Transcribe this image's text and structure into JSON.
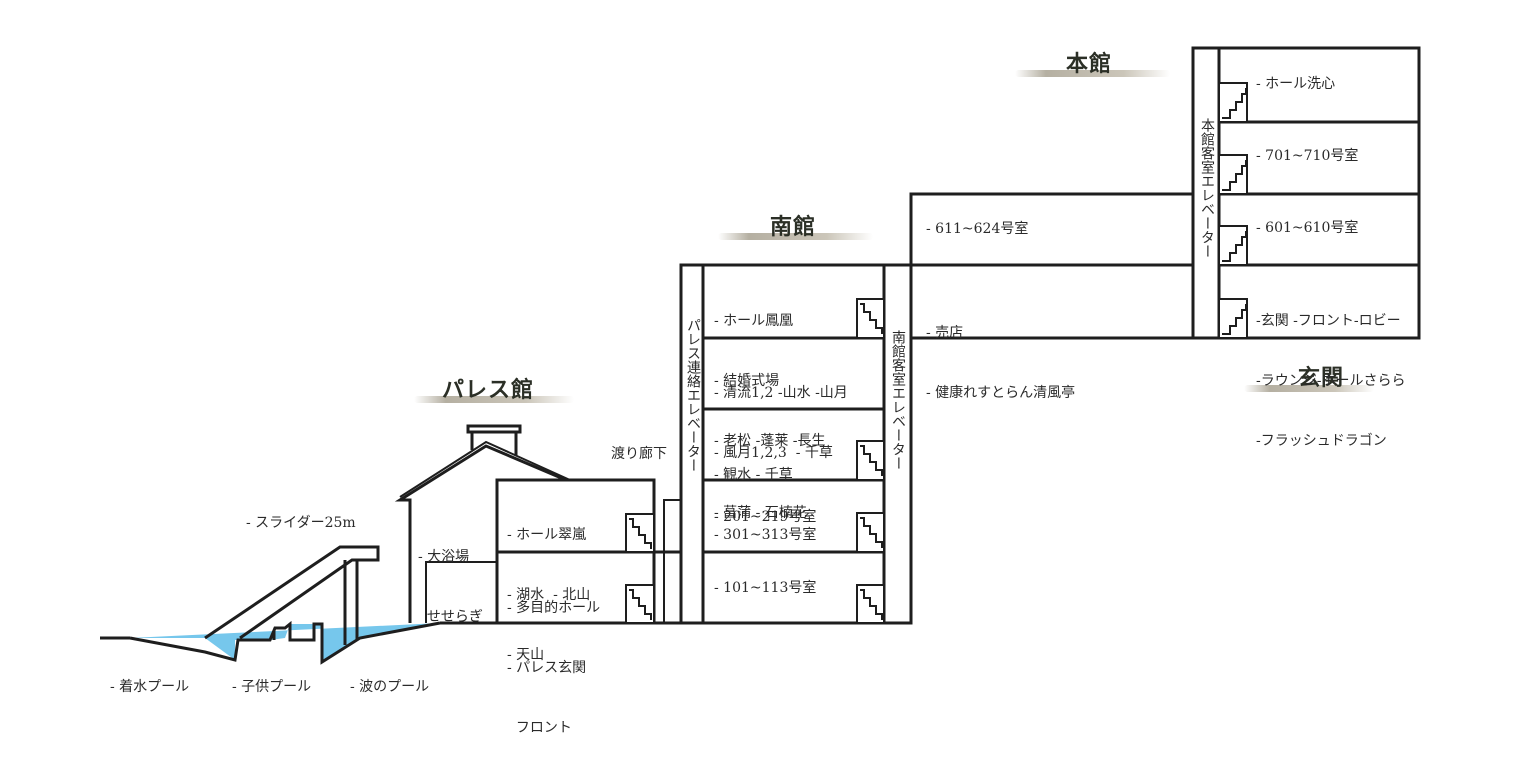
{
  "headings": {
    "honkan": "本館",
    "minamikan": "南館",
    "palace": "パレス館",
    "genkan": "玄関"
  },
  "honkan_floors": {
    "f7hall": "- ホール洗心",
    "f701": "- 701~710号室",
    "f601": "- 601~610号室",
    "f5": [
      "-玄関 -フロント-ロビー",
      "-ラウンジ-ホールさらら",
      "-フラッシュドラゴン"
    ]
  },
  "honkan_elevator": "本館客室エレベーター",
  "minami_upper": {
    "f611": "- 611~624号室",
    "shop": [
      "- 売店",
      "- 健康れすとらん清風亭"
    ]
  },
  "minami_floors": {
    "f5": [
      "- ホール鳳凰",
      "- 結婚式場",
      "- 老松 -蓬莱 -長生"
    ],
    "f4": [
      "- 清流1,2 -山水 -山月",
      "- 風月1,2,3  - 千草",
      "- 菖蒲 - 石楠花"
    ],
    "f3": [
      "- 観水 - 千草",
      "- 301~313号室"
    ],
    "f2": "- 201~219号室",
    "f1": "- 101~113号室"
  },
  "minami_elevator": "南館客室エレベーター",
  "palace_elevator": "パレス連絡エレベーター",
  "corridor": "渡り廊下",
  "palace_floors": {
    "upper": [
      "- ホール翠嵐",
      "- 湖水  - 北山",
      "- 天山"
    ],
    "lower": [
      "- 多目的ホール",
      "- パレス玄関",
      "  フロント"
    ]
  },
  "bath": [
    "- 大浴場",
    "  せせらぎ"
  ],
  "slider": "- スライダー25m",
  "pools": [
    "- 着水プール",
    "- 子供プール",
    "- 波のプール"
  ],
  "colors": {
    "line": "#1e1e1e",
    "water": "#76c7ec",
    "heading": "#2b2f26"
  }
}
